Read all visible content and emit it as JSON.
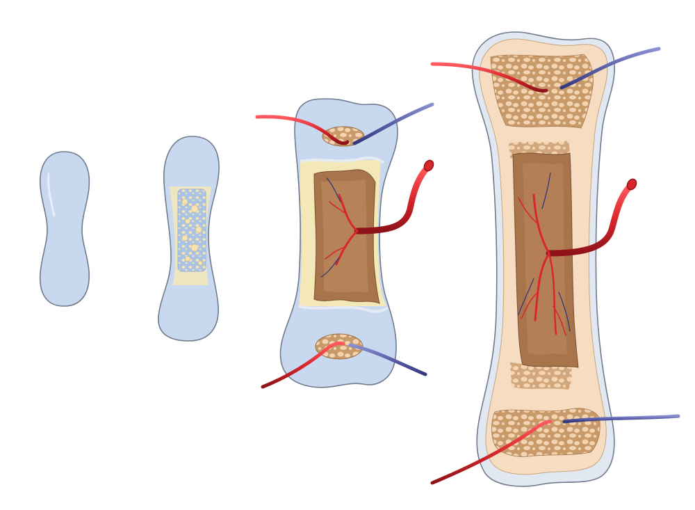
{
  "diagram": {
    "stages": [
      {
        "id": "cartilage-model",
        "order": 1
      },
      {
        "id": "primary-ossification-center",
        "order": 2
      },
      {
        "id": "medullary-cavity-and-secondary-centers",
        "order": 3
      },
      {
        "id": "mature-long-bone",
        "order": 4
      }
    ],
    "colors": {
      "cartilage": "#c8d8ee",
      "cartilage_outline": "#6f7a8c",
      "bone": "#f6dcc0",
      "spongy_bone": "#c89a6a",
      "marrow": "#a8744c",
      "marrow_light": "#c48f62",
      "artery": "#d9262c",
      "artery_dark": "#8e1218",
      "vein": "#5a5fa8",
      "vein_dark": "#33377a",
      "periosteum": "#f4e8b8"
    }
  }
}
